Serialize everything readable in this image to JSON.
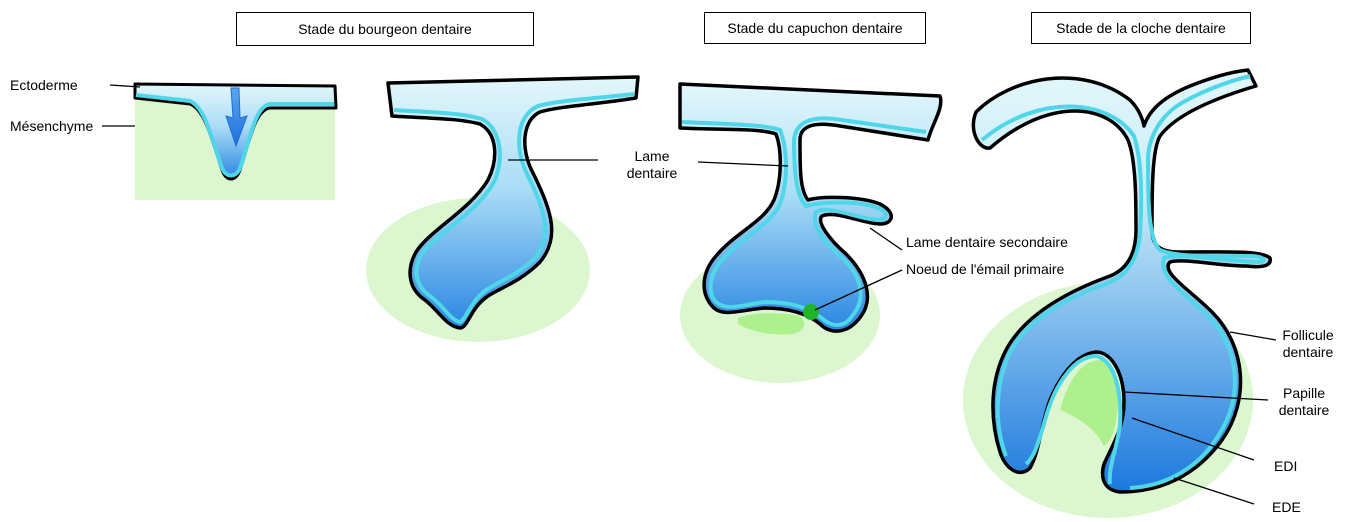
{
  "stages": {
    "bud": "Stade du bourgeon dentaire",
    "cap": "Stade du capuchon dentaire",
    "bell": "Stade de la cloche dentaire"
  },
  "labels": {
    "ectoderme": "Ectoderme",
    "mesenchyme": "Mésenchyme",
    "lame_line1": "Lame",
    "lame_line2": "dentaire",
    "lame_secondaire": "Lame dentaire secondaire",
    "noeud": "Noeud de l'émail primaire",
    "follicule_line1": "Follicule",
    "follicule_line2": "dentaire",
    "papille_line1": "Papille",
    "papille_line2": "dentaire",
    "edi": "EDI",
    "ede": "EDE"
  },
  "colors": {
    "outline": "#000000",
    "inner_epithelium": "#4fd6e8",
    "epithelium_light": "#dff6fb",
    "epithelium_dark": "#1f7fe0",
    "mesenchyme": "#dcf7d0",
    "papilla": "#aef08e",
    "enamel_knot": "#1fb52a",
    "arrow": "#2f8ae8"
  }
}
